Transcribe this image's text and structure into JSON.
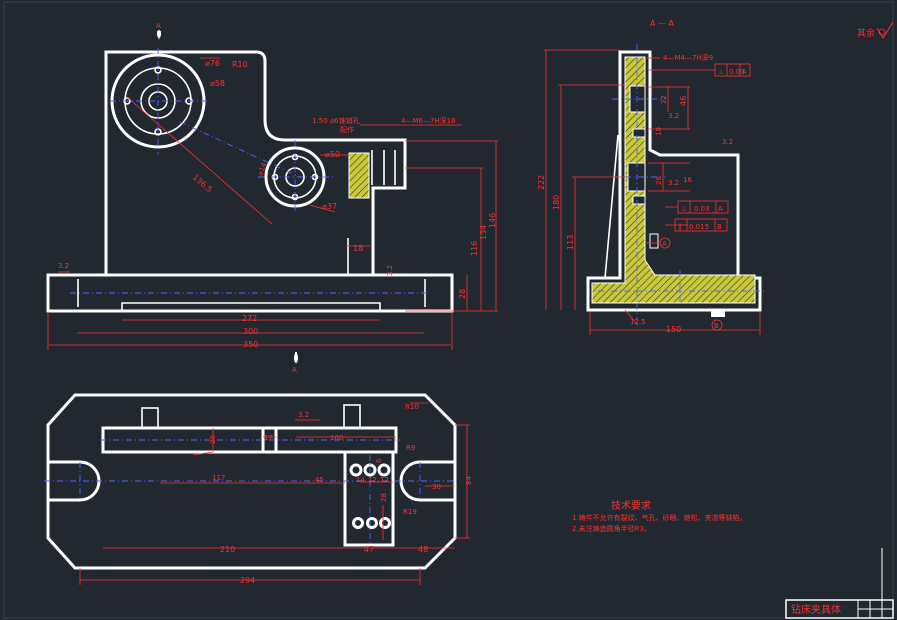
{
  "drawing": {
    "front_view": {
      "section_mark": "A",
      "dims": {
        "d76": "⌀76",
        "d58": "⌀58",
        "r10": "R10",
        "d50": "⌀50",
        "d37": "⌀37",
        "d14": "⌀14",
        "d136": "136.5",
        "taper_note_1": "1:50  ⌀6锥销孔",
        "taper_note_2": "配作",
        "thread_note": "4—M6—7H深16",
        "w18": "18",
        "h28": "28",
        "h116": "116",
        "h134": "134",
        "h146": "146",
        "w272": "272",
        "w300": "300",
        "w350": "350",
        "c1": "3.2",
        "c2": "3.2"
      }
    },
    "section_view": {
      "title": "A — A",
      "thread_note": "4—M4—7H深9",
      "tol1_sym": "⊥",
      "tol1_val": "0.03",
      "tol1_ref": "A",
      "tol2_sym": "⊥",
      "tol2_val": "0.03",
      "tol2_ref": "A",
      "tol3_sym": "∥",
      "tol3_val": "0.015",
      "tol3_ref": "B",
      "h222": "222",
      "h180": "180",
      "h113": "113",
      "d46": "46",
      "d22": "22",
      "d3_2a": "3.2",
      "d3_2b": "3.2",
      "d3_2c": "3.2",
      "d10": "10",
      "d28": "28",
      "d16": "16",
      "d12_5": "12.5",
      "w150": "150",
      "ref_a": "A",
      "ref_b": "B"
    },
    "top_view": {
      "section_mark": "A",
      "dims": {
        "r10": "R10",
        "r9": "R9",
        "r19": "R19",
        "d100": "100",
        "d17": "17",
        "d20": "20",
        "d117": "117",
        "d45": "45",
        "d14": "14",
        "d12a": "12",
        "d12b": "12",
        "d6": "6",
        "d28": "28",
        "d30": "30",
        "d84": "84",
        "d210": "210",
        "d47": "47",
        "d48": "48",
        "d294": "294",
        "c3_2": "3.2"
      }
    },
    "tech_notes": {
      "heading": "技术要求",
      "line1": "1.铸件不允许有裂纹、气孔、砂眼、缩松、夹渣等缺陷。",
      "line2": "2.未注铸造圆角半径R3。"
    },
    "roughness_other": "其余",
    "title_block": {
      "name": "钻床夹具体"
    }
  },
  "colors": {
    "background": "#212830",
    "outline": "#ffffff",
    "dimension": "#ff3030",
    "centerline": "#4a66ff",
    "section_fill": "#c8c83c"
  }
}
